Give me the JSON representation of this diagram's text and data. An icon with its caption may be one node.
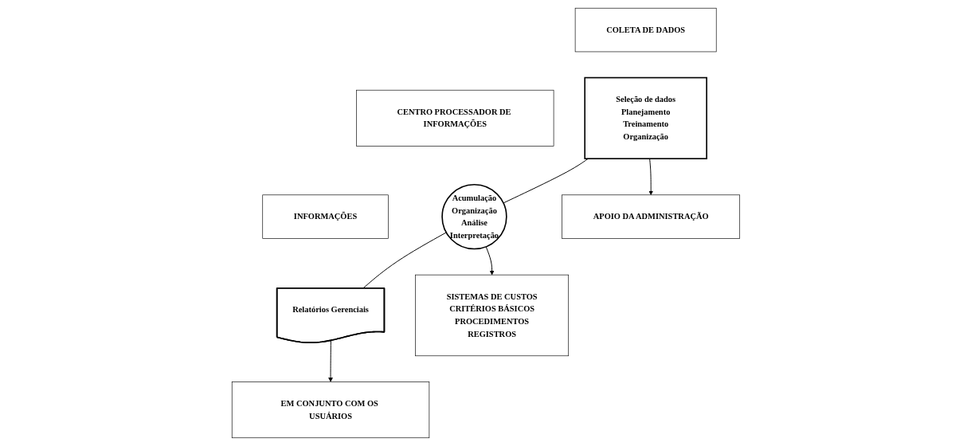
{
  "diagram": {
    "nodes": [
      {
        "text": [
          "COLETA DE DADOS"
        ]
      },
      {
        "text": [
          "CENTRO PROCESSADOR DE INFORMAÇÕES"
        ]
      },
      {
        "text": [
          "INFORMAÇÕES"
        ]
      },
      {
        "text": [
          "Seleção de dados",
          "Planejamento",
          "Treinamento",
          "Organização"
        ]
      },
      {
        "text": [
          "Acumulação",
          "Organização",
          "Análise",
          "Interpretação"
        ]
      },
      {
        "text": [
          "Relatórios Gerenciais"
        ]
      },
      {
        "text": [
          "APOIO DA ADMINISTRAÇÃO"
        ]
      },
      {
        "text": [
          "SISTEMAS DE CUSTOS",
          "CRITÉRIOS BÁSICOS",
          "PROCEDIMENTOS",
          "REGISTROS"
        ]
      },
      {
        "text": [
          "EM CONJUNTO COM OS USUÁRIOS"
        ]
      }
    ],
    "edges": [
      {
        "from": 3,
        "to": 4,
        "arrow": "none"
      },
      {
        "from": 4,
        "to": 5,
        "arrow": "none"
      },
      {
        "from": 3,
        "to": 6,
        "arrow": "to"
      },
      {
        "from": 4,
        "to": 7,
        "arrow": "to"
      },
      {
        "from": 5,
        "to": 8,
        "arrow": "to"
      }
    ]
  }
}
